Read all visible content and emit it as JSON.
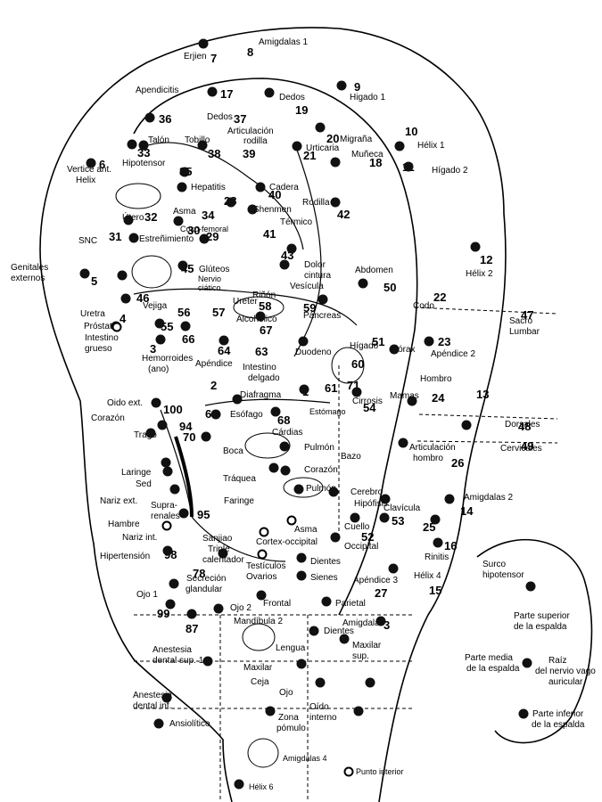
{
  "diagram": {
    "colors": {
      "ink": "#000000",
      "background": "#ffffff",
      "dot": "#111111"
    },
    "legend_marker": "hollow-circle",
    "legend_text": "Punto interior",
    "labels": {
      "erjien": "Erjien",
      "amigdalas1": "Amigdalas 1",
      "apendicitis": "Apendicitis",
      "dedos_top": "Dedos",
      "higado1": "Higado 1",
      "dedos": "Dedos",
      "talon": "Talón",
      "tobillo": "Tobillo",
      "articulacion": "Articulación",
      "rodilla": "rodilla",
      "migrana": "Migraña",
      "urticaria": "Urticaria",
      "muneca": "Muñeca",
      "helix1": "Hélix 1",
      "higado2": "Hígado 2",
      "vertice1": "Vertice ant.",
      "vertice2": "Helix",
      "hipotensor": "Hipotensor",
      "hepatitis": "Hepatitis",
      "cadera": "Cadera",
      "shenmen": "Shenmen",
      "rodilla2": "Rodilla",
      "utero": "Útero",
      "asma": "Asma",
      "coxo": "Coxo-femoral",
      "termico": "Térmico",
      "snc": "SNC",
      "estrenimiento": "Estreñimiento",
      "genitales1": "Genitales",
      "genitales2": "externos",
      "dolor1": "Dolor",
      "dolor2": "cintura",
      "gluteos": "Glúteos",
      "nervio1": "Nervio",
      "nervio2": "ciático",
      "abdomen": "Abdomen",
      "vesicula": "Vesícula",
      "helix2": "Hélix 2",
      "rinon": "Riñón",
      "ureter": "Ureter",
      "vejiga": "Vejiga",
      "uretra": "Uretra",
      "prostata": "Próstata",
      "pancreas": "Páncreas",
      "alcoholico": "Alcohólico",
      "codo": "Codo",
      "sacro1": "Sacro",
      "sacro2": "Lumbar",
      "intestino1": "Intestino",
      "intestino2": "grueso",
      "hemorroides1": "Hemorroides",
      "hemorroides2": "(ano)",
      "higado_mid": "Hígado",
      "torax": "Tórax",
      "apendice2": "Apéndice 2",
      "duodeno": "Duodeno",
      "intdelgado1": "Intestino",
      "intdelgado2": "delgado",
      "apendice": "Apéndice",
      "hombro": "Hombro",
      "oidoext": "Oido ext.",
      "diafragma": "Diafragma",
      "cirrosis": "Cirrosis",
      "mamas": "Mamas",
      "corazon_side": "Corazón",
      "esofago": "Esófago",
      "estomago": "Estómago",
      "dorsales": "Dorsales",
      "trago": "Trago",
      "cardias": "Cárdias",
      "cervicales": "Cervicales",
      "boca": "Boca",
      "pulmon": "Pulmón",
      "articulacion_h1": "Articulación",
      "articulacion_h2": "hombro",
      "bazo": "Bazo",
      "laringe": "Laringe",
      "traquea": "Tráquea",
      "corazon": "Corazón",
      "sed": "Sed",
      "pulmon2": "Pulmón",
      "amigdalas2": "Amigdalas 2",
      "nariz_ext": "Nariz ext.",
      "suprarenales1": "Supra-",
      "suprarenales2": "renales",
      "faringe": "Faringe",
      "cerebro": "Cerebro",
      "hipofisis": "Hipófisis",
      "clavicula": "Clavícula",
      "hambre": "Hambre",
      "nariz_int": "Nariz int.",
      "sanjiao": "Sanjiao",
      "triple": "Triple",
      "calentador": "calentador",
      "asma2": "Asma",
      "cortex": "Cortex-occipital",
      "cuello": "Cuello",
      "occipital": "Occipital",
      "hipertension": "Hipertensión",
      "testiculos": "Testículos",
      "ovarios": "Ovarios",
      "dientes": "Dientes",
      "sienes": "Sienes",
      "rinitis": "Rinitis",
      "surco1": "Surco",
      "surco2": "hipotensor",
      "secrecion1": "Secreción",
      "secrecion2": "glandular",
      "apendice3": "Apéndice 3",
      "helix4": "Hélix 4",
      "ojo1": "Ojo 1",
      "frontal": "Frontal",
      "parietal": "Parietal",
      "ojo2": "Ojo 2",
      "mandibula2": "Mandíbula 2",
      "amigdalas3": "Amigdalas",
      "dientes2": "Dientes",
      "maxilar_sup1": "Maxilar",
      "maxilar_sup2": "sup.",
      "parte_sup1": "Parte superior",
      "parte_sup2": "de la espalda",
      "anestesia1a": "Anestesia",
      "anestesia1b": "dental sup. 1",
      "lengua": "Lengua",
      "maxilar": "Maxilar",
      "parte_media1": "Parte media",
      "parte_media2": "de la espalda",
      "raiz1": "Raíz",
      "raiz2": "del nervio vago",
      "raiz3": "auricular",
      "ceja": "Ceja",
      "ojo": "Ojo",
      "anestesia2a": "Anestesia",
      "anestesia2b": "dental inf.",
      "oido_int1": "Oído",
      "oido_int2": "interno",
      "zona1": "Zona",
      "zona2": "pómulo",
      "ansiolitico": "Ansiolítico",
      "parte_inf1": "Parte inferior",
      "parte_inf2": "de la espalda",
      "amigdalas4": "Amigdalas 4",
      "punto_interior": "Punto interior",
      "helix6": "Hélix 6"
    },
    "numbers": [
      "7",
      "8",
      "9",
      "17",
      "19",
      "36",
      "37",
      "33",
      "38",
      "39",
      "20",
      "21",
      "18",
      "10",
      "11",
      "6",
      "35",
      "40",
      "28",
      "42",
      "32",
      "34",
      "30",
      "29",
      "41",
      "31",
      "5",
      "45",
      "43",
      "50",
      "12",
      "46",
      "58",
      "59",
      "22",
      "56",
      "57",
      "67",
      "4",
      "55",
      "66",
      "47",
      "3",
      "63",
      "64",
      "60",
      "51",
      "23",
      "2",
      "1",
      "61",
      "71",
      "54",
      "13",
      "24",
      "100",
      "69",
      "68",
      "94",
      "70",
      "48",
      "49",
      "26",
      "95",
      "14",
      "53",
      "52",
      "25",
      "16",
      "98",
      "78",
      "15",
      "27",
      "99",
      "87",
      "3"
    ]
  }
}
